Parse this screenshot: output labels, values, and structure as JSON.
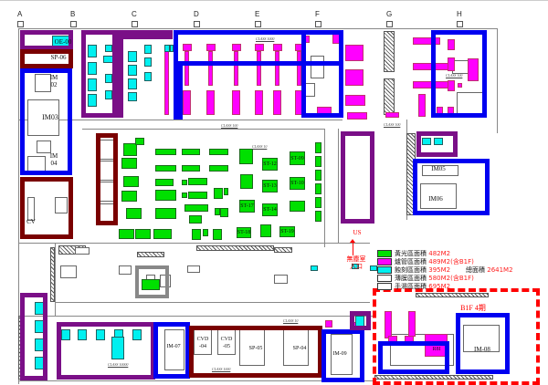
{
  "columns": [
    "A",
    "B",
    "C",
    "D",
    "E",
    "F",
    "G",
    "H"
  ],
  "areas": {
    "oe00": "OE-00",
    "sp06": "SP-06",
    "im02": "IM 02",
    "im03": "IM03",
    "im04": "IM 04",
    "cv": "CV",
    "im05": "IM05",
    "im06": "IM06",
    "im07": "IM-07",
    "cvd04": "CVD-04",
    "cvd05": "CVD-05",
    "sp05": "SP-05",
    "sp04": "SP-04",
    "im09": "IM-09",
    "im08": "IM-08",
    "r8i": "R8I",
    "b1f": "B1F 4期",
    "us": "US",
    "entrance": "無塵室入口"
  },
  "stations": [
    "ST-09",
    "ST-12",
    "ST-10",
    "ST-13",
    "ST-17",
    "ST-14",
    "ST-18",
    "ST-19"
  ],
  "class_labels": [
    "CLASS 1000",
    "CLASS 100",
    "CLASS 10",
    "CLASS 100",
    "CLASS 10000",
    "CLASS 100",
    "CLASS 1000",
    "CLASS 10"
  ],
  "legend": {
    "items": [
      {
        "label": "黃光區面積",
        "value": "482M2",
        "color": "#00e000"
      },
      {
        "label": "爐管區面積",
        "value": "489M2(含B1F)",
        "color": "#ff00ff"
      },
      {
        "label": "蝕刻區面積",
        "value": "395M2",
        "color": "#00f0f0"
      },
      {
        "label": "薄膜區面積",
        "value": "580M2(含B1F)",
        "color": "#ffffff"
      },
      {
        "label": "手濕區面積",
        "value": "695M2",
        "color": "#ffffff"
      }
    ],
    "total_label": "總面積",
    "total_value": "2641M2"
  }
}
